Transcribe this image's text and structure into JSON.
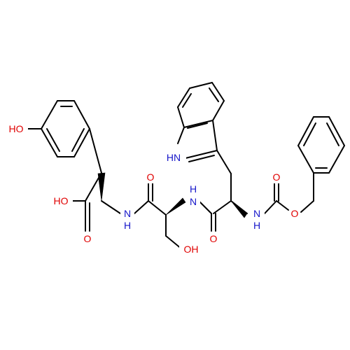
{
  "molecule": {
    "labels": {
      "ho_phenol": "HO",
      "ho_acid": "HO",
      "o_acid": "O",
      "nh_tyr": "N",
      "h_tyr": "H",
      "o_ser_co": "O",
      "nh_ser": "N",
      "h_ser": "H",
      "oh_ser": "OH",
      "o_trp_co": "O",
      "nh_indole": "HN",
      "nh_cbz": "N",
      "h_cbz": "H",
      "o_cbz_co": "O",
      "o_cbz_ester": "O"
    },
    "colors": {
      "bond": "#000000",
      "oxygen": "#e00000",
      "nitrogen": "#1515c9"
    }
  }
}
